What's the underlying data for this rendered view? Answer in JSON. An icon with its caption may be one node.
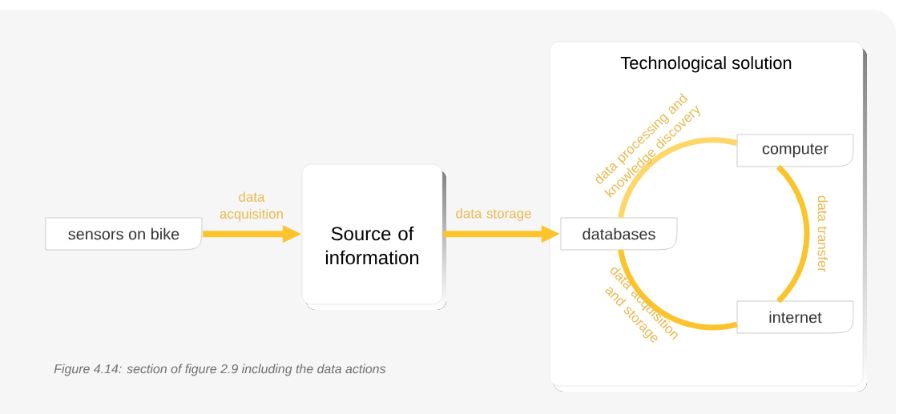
{
  "diagram": {
    "caption": "Figure 4.14: section of figure 2.9 including the data actions",
    "nodes": [
      {
        "text": [
          "sensors on bike"
        ]
      },
      {
        "text": [
          "Source of information"
        ]
      },
      {
        "text": [
          "Technological solution"
        ]
      },
      {
        "text": [
          "databases"
        ],
        "in": 2
      },
      {
        "text": [
          "computer"
        ],
        "in": 2
      },
      {
        "text": [
          "internet"
        ],
        "in": 2
      }
    ],
    "edges": [
      {
        "from": 0,
        "to": 1,
        "arrow": "to",
        "label": "data acquisition"
      },
      {
        "from": 1,
        "to": 3,
        "arrow": "to",
        "label": "data storage"
      },
      {
        "from": 3,
        "to": 4,
        "arrow": "none",
        "label": "data processing and knowledge discovery"
      },
      {
        "from": 4,
        "to": 5,
        "arrow": "none",
        "label": "data transfer"
      },
      {
        "from": 5,
        "to": 3,
        "arrow": "none",
        "label": "data acquisition and storage"
      }
    ]
  }
}
